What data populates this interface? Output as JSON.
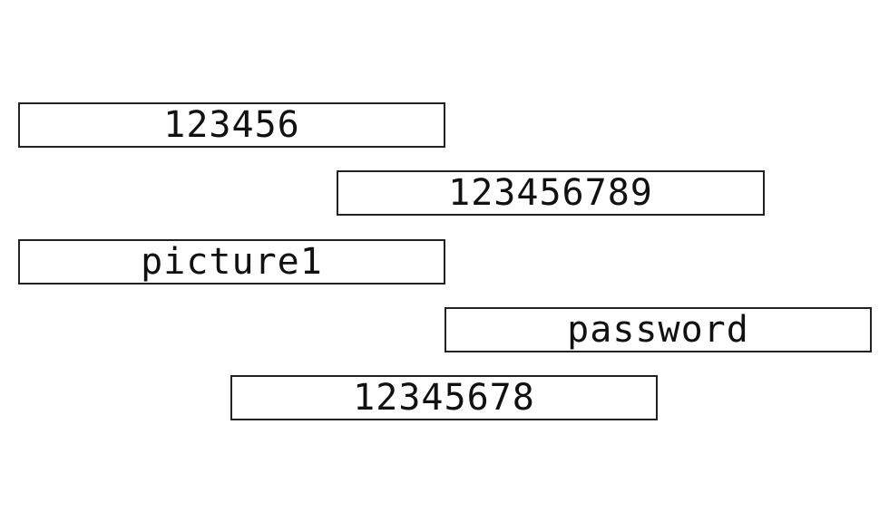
{
  "passwords": [
    {
      "label": "123456"
    },
    {
      "label": "123456789"
    },
    {
      "label": "picture1"
    },
    {
      "label": "password"
    },
    {
      "label": "12345678"
    }
  ]
}
